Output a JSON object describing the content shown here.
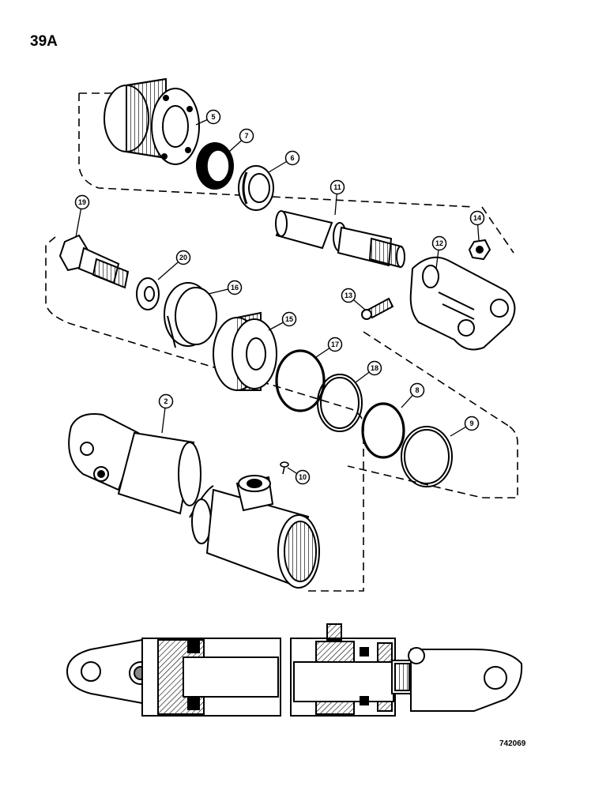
{
  "page_number": "39A",
  "figure_code": "742069",
  "callouts": [
    "2",
    "5",
    "6",
    "7",
    "8",
    "9",
    "10",
    "11",
    "12",
    "13",
    "14",
    "15",
    "16",
    "17",
    "18",
    "19",
    "20"
  ],
  "colors": {
    "ink": "#000000",
    "paper": "#ffffff",
    "shade": "#6f6f6f"
  }
}
